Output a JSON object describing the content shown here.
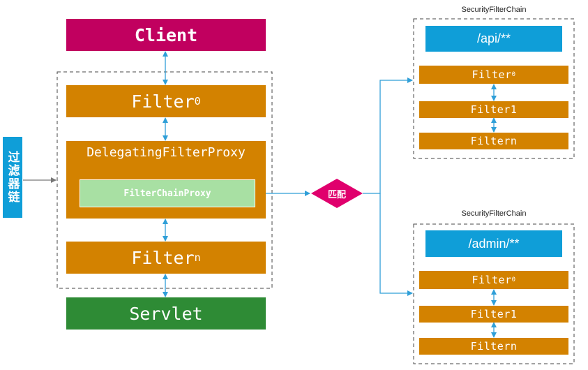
{
  "diagram": {
    "client": "Client",
    "filter_first": {
      "base": "Filter",
      "sub": "0"
    },
    "delegating_proxy": "DelegatingFilterProxy",
    "filter_chain_proxy": "FilterChainProxy",
    "filter_last": {
      "base": "Filter",
      "sub": "n"
    },
    "servlet": "Servlet",
    "side_label": "过滤器链",
    "match_label": "匹配",
    "chains": [
      {
        "title": "SecurityFilterChain",
        "pattern": "/api/**",
        "filters": [
          {
            "base": "Filter",
            "sub": "0"
          },
          {
            "base": "Filter1",
            "sub": ""
          },
          {
            "base": "Filtern",
            "sub": ""
          }
        ]
      },
      {
        "title": "SecurityFilterChain",
        "pattern": "/admin/**",
        "filters": [
          {
            "base": "Filter",
            "sub": "0"
          },
          {
            "base": "Filter1",
            "sub": ""
          },
          {
            "base": "Filtern",
            "sub": ""
          }
        ]
      }
    ],
    "colors": {
      "client": "#c1005f",
      "filter": "#d38200",
      "proxy": "#a8e0a3",
      "servlet": "#2e8b35",
      "pattern": "#0f9ed8",
      "match": "#e0006d",
      "connector": "#2f9fd8"
    }
  }
}
